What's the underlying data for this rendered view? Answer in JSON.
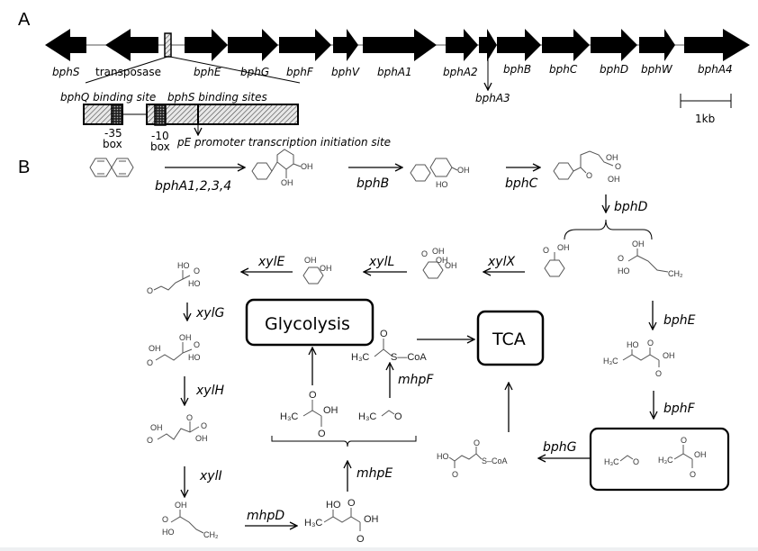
{
  "panels": {
    "a": "A",
    "b": "B"
  },
  "gene_map": {
    "genes": [
      {
        "name": "bphS",
        "direction": "left"
      },
      {
        "name": "transposase",
        "direction": "left"
      },
      {
        "name": "bphE",
        "direction": "right"
      },
      {
        "name": "bphG",
        "direction": "right"
      },
      {
        "name": "bphF",
        "direction": "right"
      },
      {
        "name": "bphV",
        "direction": "right"
      },
      {
        "name": "bphA1",
        "direction": "right"
      },
      {
        "name": "bphA2",
        "direction": "right"
      },
      {
        "name": "bphA3",
        "direction": "right"
      },
      {
        "name": "bphB",
        "direction": "right"
      },
      {
        "name": "bphC",
        "direction": "right"
      },
      {
        "name": "bphD",
        "direction": "right"
      },
      {
        "name": "bphW",
        "direction": "right"
      },
      {
        "name": "bphA4",
        "direction": "right"
      }
    ],
    "scale_bar": "1kb",
    "promoter": {
      "bphQ_site": "bphQ binding site",
      "bphS_sites": "bphS binding sites",
      "minus35_line1": "-35",
      "minus35_line2": "box",
      "minus10_line1": "-10",
      "minus10_line2": "box",
      "tss": "pE promoter transcription initiation site"
    }
  },
  "pathway": {
    "enzymes": {
      "bphA": "bphA1,2,3,4",
      "bphB": "bphB",
      "bphC": "bphC",
      "bphD": "bphD",
      "bphE": "bphE",
      "bphF": "bphF",
      "bphG": "bphG",
      "xylX": "xylX",
      "xylL": "xylL",
      "xylE": "xylE",
      "xylG": "xylG",
      "xylH": "xylH",
      "xylI": "xylI",
      "mhpD": "mhpD",
      "mhpE": "mhpE",
      "mhpF": "mhpF"
    },
    "boxes": {
      "glycolysis": "Glycolysis",
      "tca": "TCA"
    },
    "chem_labels": {
      "OH": "OH",
      "HO": "HO",
      "O": "O",
      "H3C": "H₃C",
      "CH2": "CH₂",
      "SCoA": "S—CoA",
      "SCoA_small": "S–CoA"
    }
  }
}
